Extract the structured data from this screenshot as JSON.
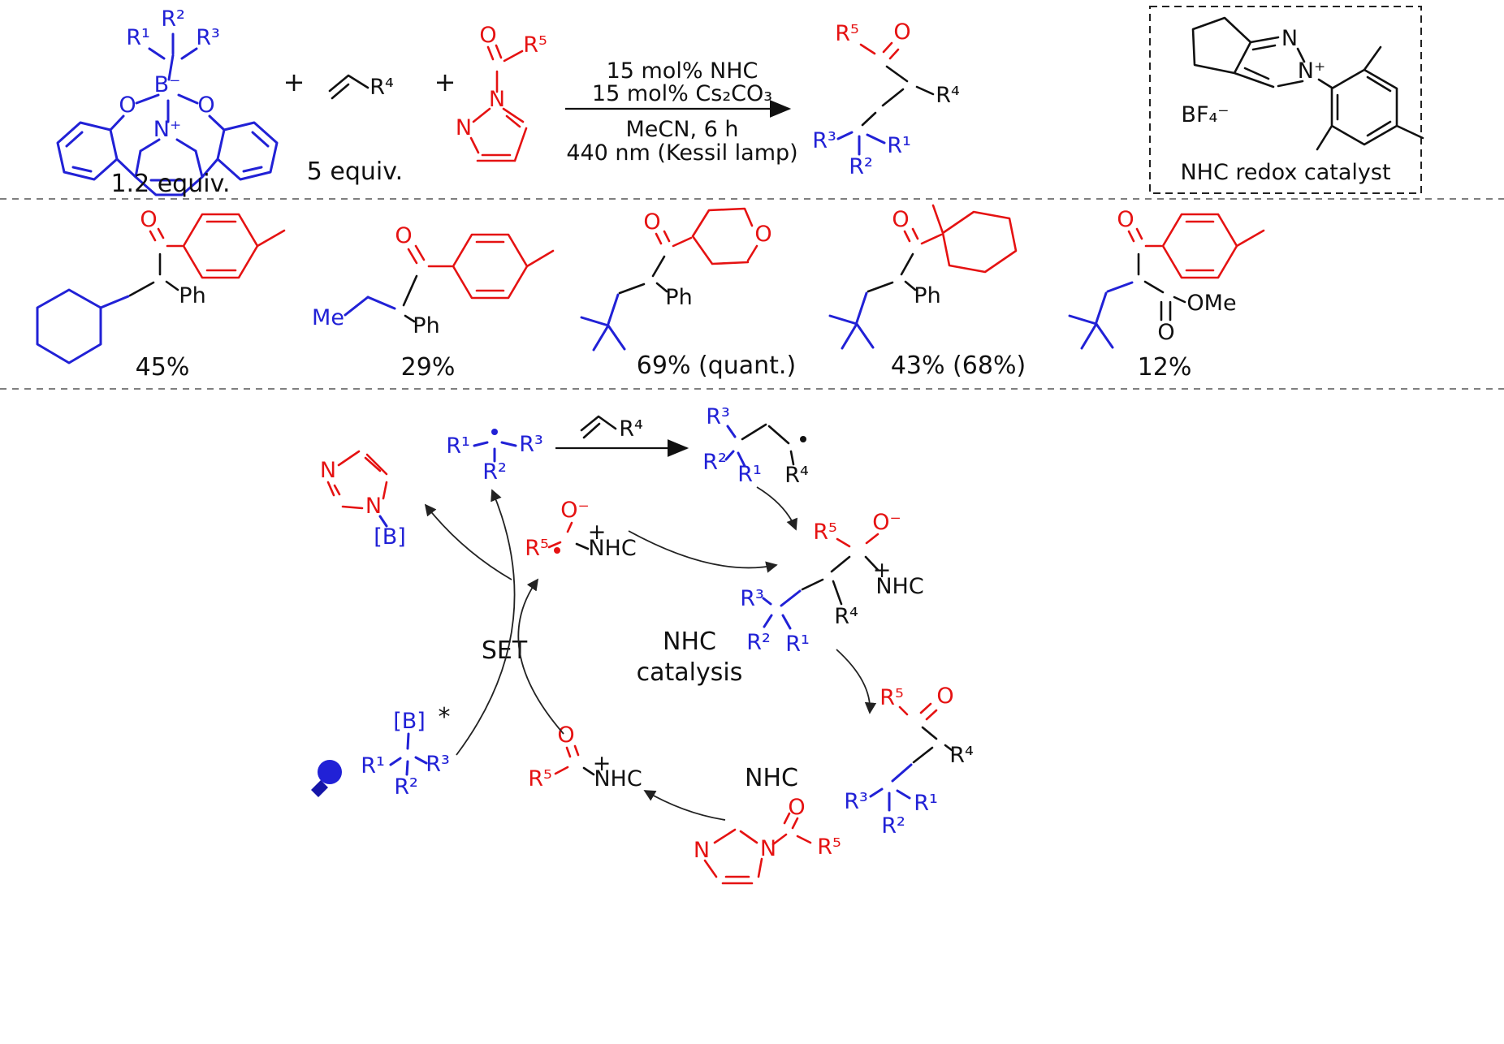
{
  "colors": {
    "structure_blue": "#2121d6",
    "structure_red": "#e51212",
    "bond_black": "#111111"
  },
  "top": {
    "borate": {
      "r1": "R¹",
      "r2": "R²",
      "r3": "R³",
      "b": "B⁻",
      "o_left": "O",
      "o_right": "O",
      "n": "N⁺",
      "equiv": "1.2 equiv."
    },
    "plus_1": "+",
    "alkene": {
      "r4": "R⁴",
      "equiv": "5 equiv."
    },
    "plus_2": "+",
    "acyl_imidazole": {
      "o": "O",
      "r5": "R⁵",
      "n1": "N",
      "n3": "N"
    },
    "conditions": {
      "above_1": "15 mol% NHC",
      "above_2": "15 mol% Cs₂CO₃",
      "below_1": "MeCN, 6 h",
      "below_2": "440 nm (Kessil lamp)"
    },
    "product": {
      "r5": "R⁵",
      "o": "O",
      "r4": "R⁴",
      "r3": "R³",
      "r1": "R¹",
      "r2": "R²"
    },
    "catalyst_box": {
      "n1": "N",
      "n2": "N⁺",
      "bf4": "BF₄⁻",
      "caption": "NHC redox catalyst"
    }
  },
  "examples": [
    {
      "o": "O",
      "ph": "Ph",
      "yield": "45%"
    },
    {
      "o": "O",
      "me": "Me",
      "ph": "Ph",
      "yield": "29%"
    },
    {
      "o": "O",
      "ring_o": "O",
      "ph": "Ph",
      "yield": "69% (quant.)"
    },
    {
      "o": "O",
      "ph": "Ph",
      "yield": "43% (68%)"
    },
    {
      "o": "O",
      "ome": "OMe",
      "ester_o": "O",
      "yield": "12%"
    }
  ],
  "cycle": {
    "alkyl_radical": {
      "r1": "R¹",
      "r2": "R²",
      "r3": "R³"
    },
    "alkene": {
      "r4": "R⁴"
    },
    "adduct_radical": {
      "r1": "R¹",
      "r2": "R²",
      "r3": "R³",
      "r4": "R⁴"
    },
    "imidazolyl_borate": {
      "n1": "N",
      "n2": "N",
      "b": "[B]"
    },
    "ketyl": {
      "o": "O⁻",
      "r5": "R⁵",
      "plus": "+",
      "nhc": "NHC"
    },
    "alkoxide": {
      "r5": "R⁵",
      "o": "O⁻",
      "plus": "+",
      "nhc": "NHC",
      "r4": "R⁴",
      "r3": "R³",
      "r2": "R²",
      "r1": "R¹"
    },
    "set_label": "SET",
    "center_label_1": "NHC",
    "center_label_2": "catalysis",
    "excited_borate": {
      "b": "[B]",
      "star": "*",
      "r1": "R¹",
      "r2": "R²",
      "r3": "R³"
    },
    "acyl_azolium": {
      "o": "O",
      "r5": "R⁵",
      "plus": "+",
      "nhc": "NHC"
    },
    "nhc_free": "NHC",
    "product": {
      "r5": "R⁵",
      "o": "O",
      "r4": "R⁴",
      "r3": "R³",
      "r1": "R¹",
      "r2": "R²"
    },
    "acyl_imidazole": {
      "n1": "N",
      "n2": "N",
      "o": "O",
      "r5": "R⁵"
    }
  }
}
